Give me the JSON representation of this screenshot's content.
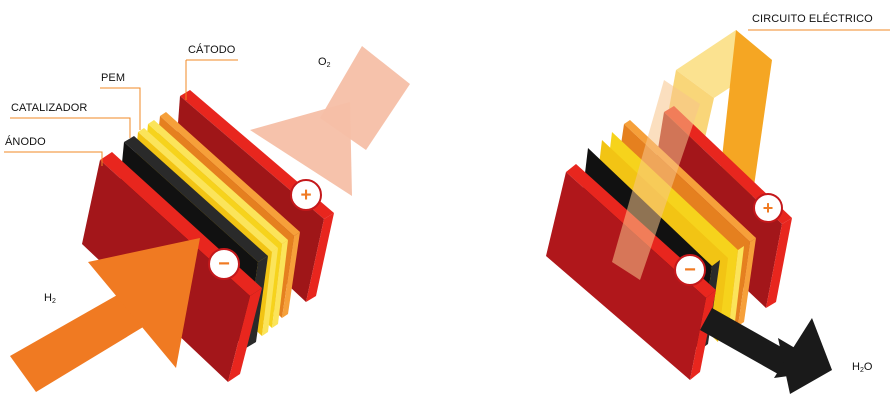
{
  "labels": {
    "catodo": "CÁTODO",
    "pem": "PEM",
    "catalizador": "CATALIZADOR",
    "anodo": "ÁNODO",
    "circuito": "CIRCUITO ELÉCTRICO"
  },
  "chemicals": {
    "hydrogen": {
      "symbol": "H",
      "subscript": "2"
    },
    "oxygen": {
      "symbol": "O",
      "subscript": "2"
    },
    "water": {
      "prefix": "H",
      "subscript": "2",
      "suffix": "O"
    }
  },
  "signs": {
    "plus": "+",
    "minus": "−"
  },
  "colors": {
    "leader_line": "#f08a24",
    "red_plate": "#c4181b",
    "red_plate_edge": "#e8261e",
    "orange_layer": "#f08a24",
    "yellow_layer": "#f6d31c",
    "black_layer": "#111111",
    "hydrogen_arrow": "#f07a22",
    "oxygen_arrow": "#f6bfa6",
    "water_arrow": "#1a1a1a",
    "circuit_band": "#f6c51a"
  }
}
